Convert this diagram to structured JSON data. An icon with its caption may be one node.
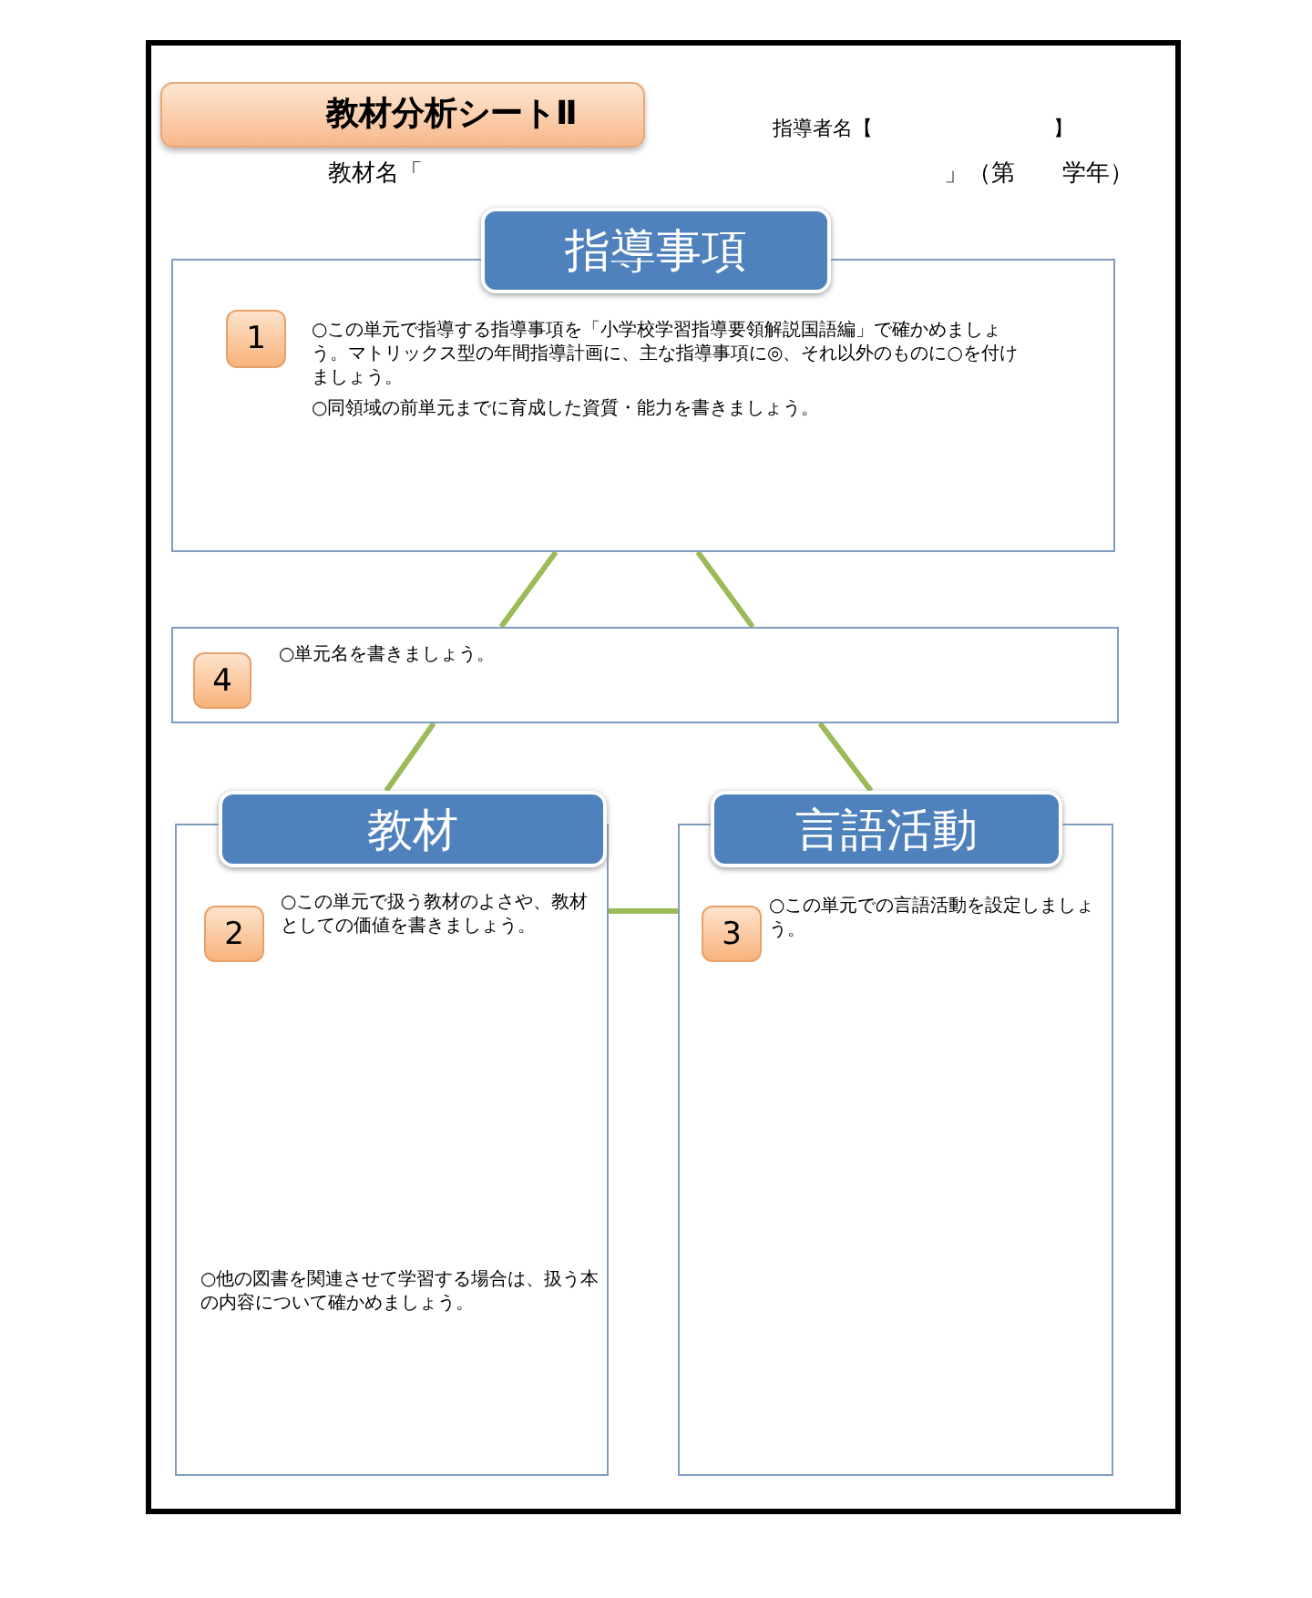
{
  "diagram": {
    "title": "教材分析シートⅡ",
    "nodes": [
      {
        "text": [
          "指導事項",
          "○この単元で指導する指導事項を「小学校学習指導要領解説国語編」で確かめましょう。マトリックス型の年間指導計画に、主な指導事項に◎、それ以外のものに○を付けましょう。",
          "○同領域の前単元までに育成した資質・能力を書きましょう。"
        ]
      },
      {
        "text": [
          "1"
        ],
        "in": 0
      },
      {
        "text": [
          "○単元名を書きましょう。"
        ]
      },
      {
        "text": [
          "4"
        ],
        "in": 2
      },
      {
        "text": [
          "教材",
          "○この単元で扱う教材のよさや、教材としての価値を書きましょう。",
          "○他の図書を関連させて学習する場合は、扱う本の内容について確かめましょう。"
        ]
      },
      {
        "text": [
          "2"
        ],
        "in": 4
      },
      {
        "text": [
          "言語活動",
          "○この単元での言語活動を設定しましょう。"
        ]
      },
      {
        "text": [
          "3"
        ],
        "in": 6
      }
    ],
    "edges": [
      {
        "from": 0,
        "to": 2,
        "arrow": "none"
      },
      {
        "from": 0,
        "to": 2,
        "arrow": "none"
      },
      {
        "from": 2,
        "to": 4,
        "arrow": "none"
      },
      {
        "from": 2,
        "to": 6,
        "arrow": "none"
      },
      {
        "from": 4,
        "to": 6,
        "arrow": "none"
      }
    ],
    "labels": [
      "指導者名【　　　　　　　　　】",
      "教材名「　　　　　　　　　　　　　　　　　　　　　　」（第　　学年）"
    ]
  }
}
